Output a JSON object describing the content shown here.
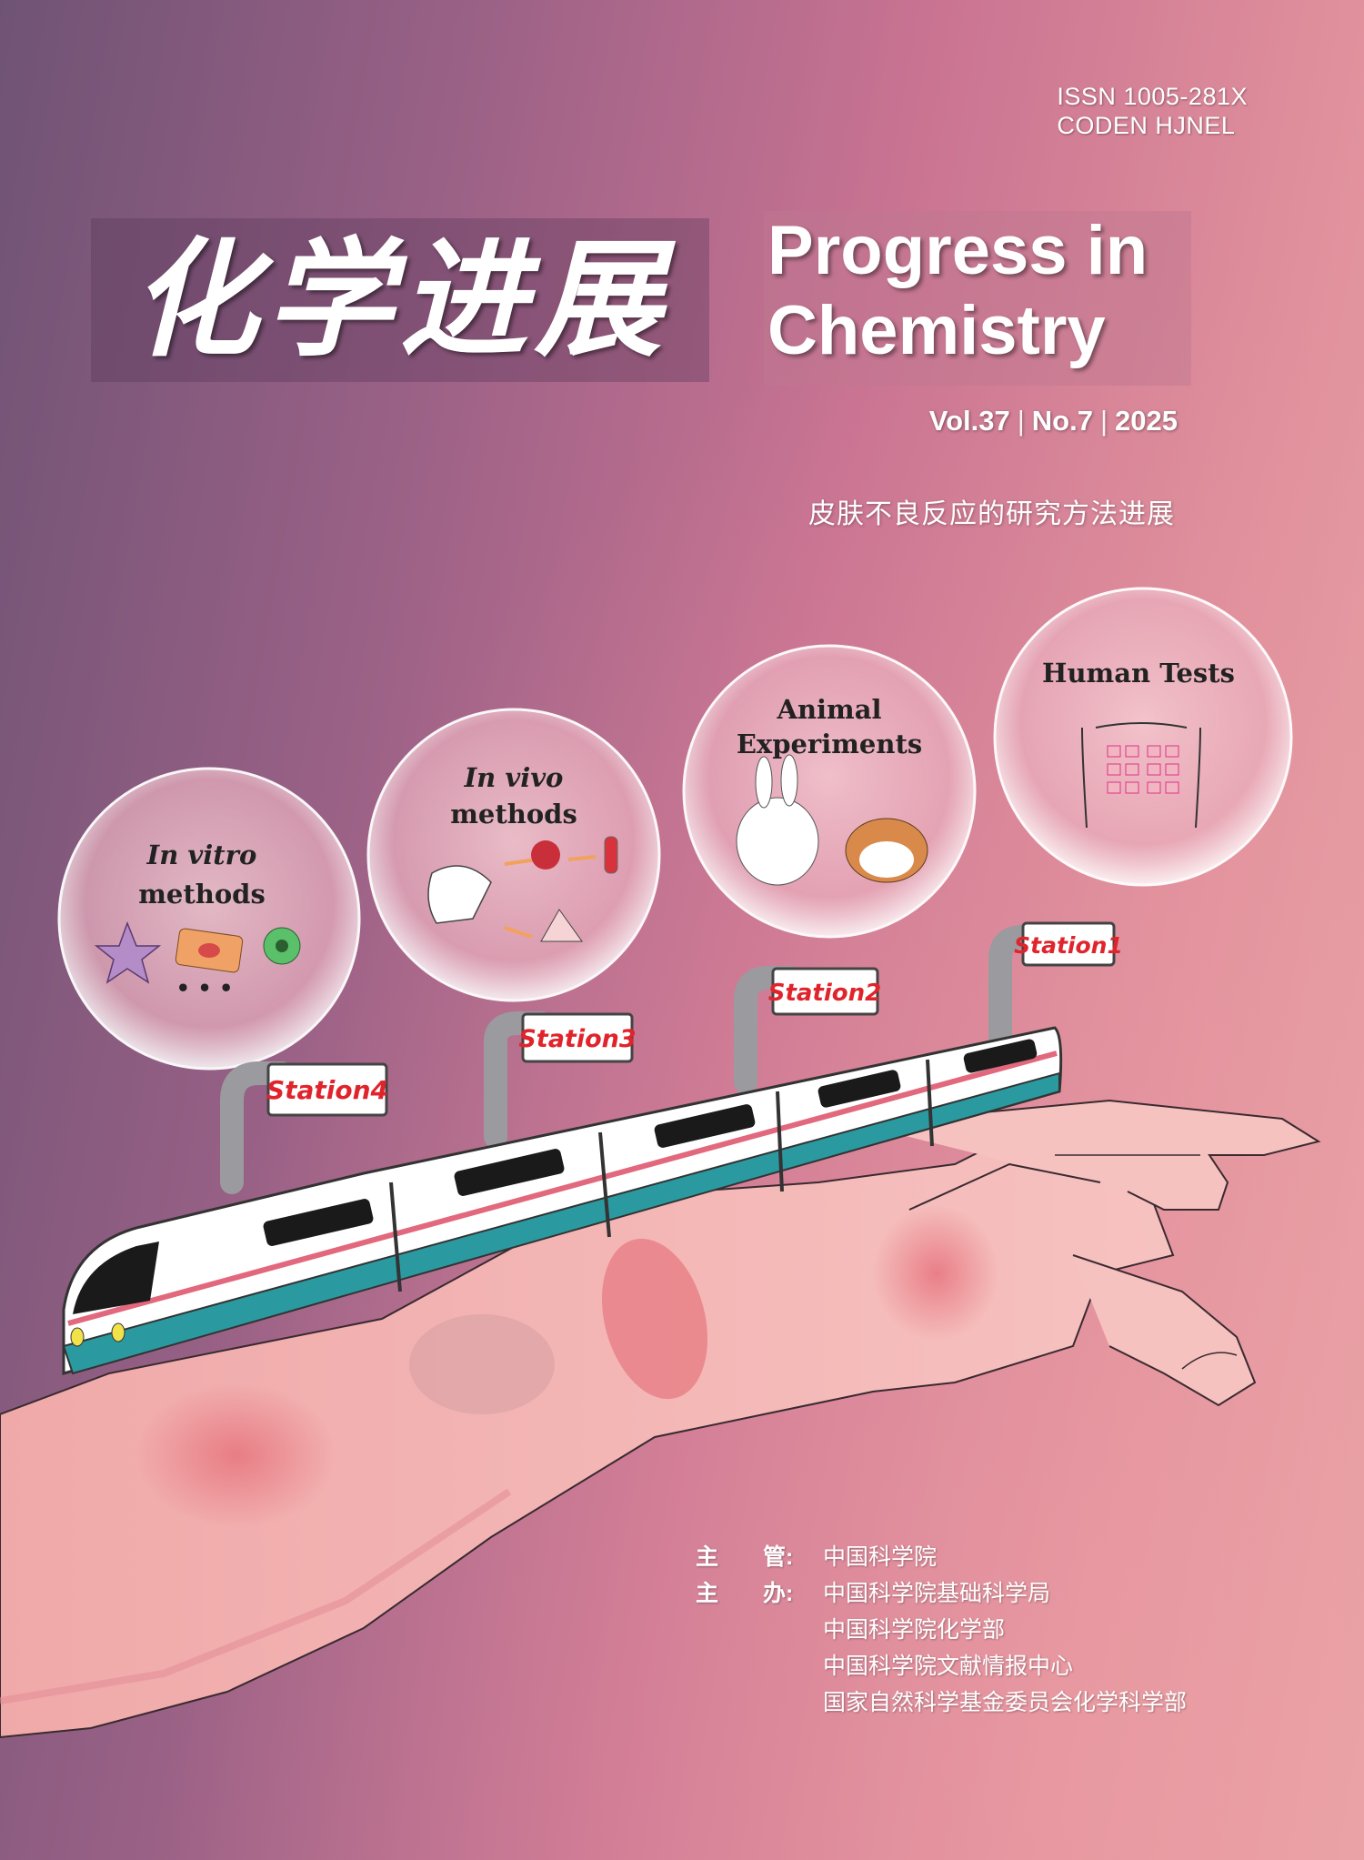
{
  "issn": "ISSN 1005-281X",
  "coden": "CODEN HJNEL",
  "title_cn": "化学进展",
  "title_en_line1": "Progress in",
  "title_en_line2": "Chemistry",
  "volume": "Vol.37",
  "number": "No.7",
  "year": "2025",
  "topic": "皮肤不良反应的研究方法进展",
  "bubbles": {
    "in_vitro_l1": "In vitro",
    "in_vitro_l2": "methods",
    "in_vitro_dots": "• • •",
    "in_vivo_l1": "In vivo",
    "in_vivo_l2": "methods",
    "animal_l1": "Animal",
    "animal_l2": "Experiments",
    "human": "Human Tests"
  },
  "stations": [
    "Station1",
    "Station2",
    "Station3",
    "Station4"
  ],
  "sponsors": {
    "supervisor_label_a": "主",
    "supervisor_label_b": "管:",
    "supervisor": "中国科学院",
    "organizer_label_a": "主",
    "organizer_label_b": "办:",
    "organizers": [
      "中国科学院基础科学局",
      "中国科学院化学部",
      "中国科学院文献情报中心",
      "国家自然科学基金委员会化学科学部"
    ]
  },
  "colors": {
    "background_left": "#6f5375",
    "background_right": "#e7a4a7",
    "skin": "#f2b6b4",
    "train_stripe": "#2a9aa0",
    "sign_red": "#e0242c"
  }
}
